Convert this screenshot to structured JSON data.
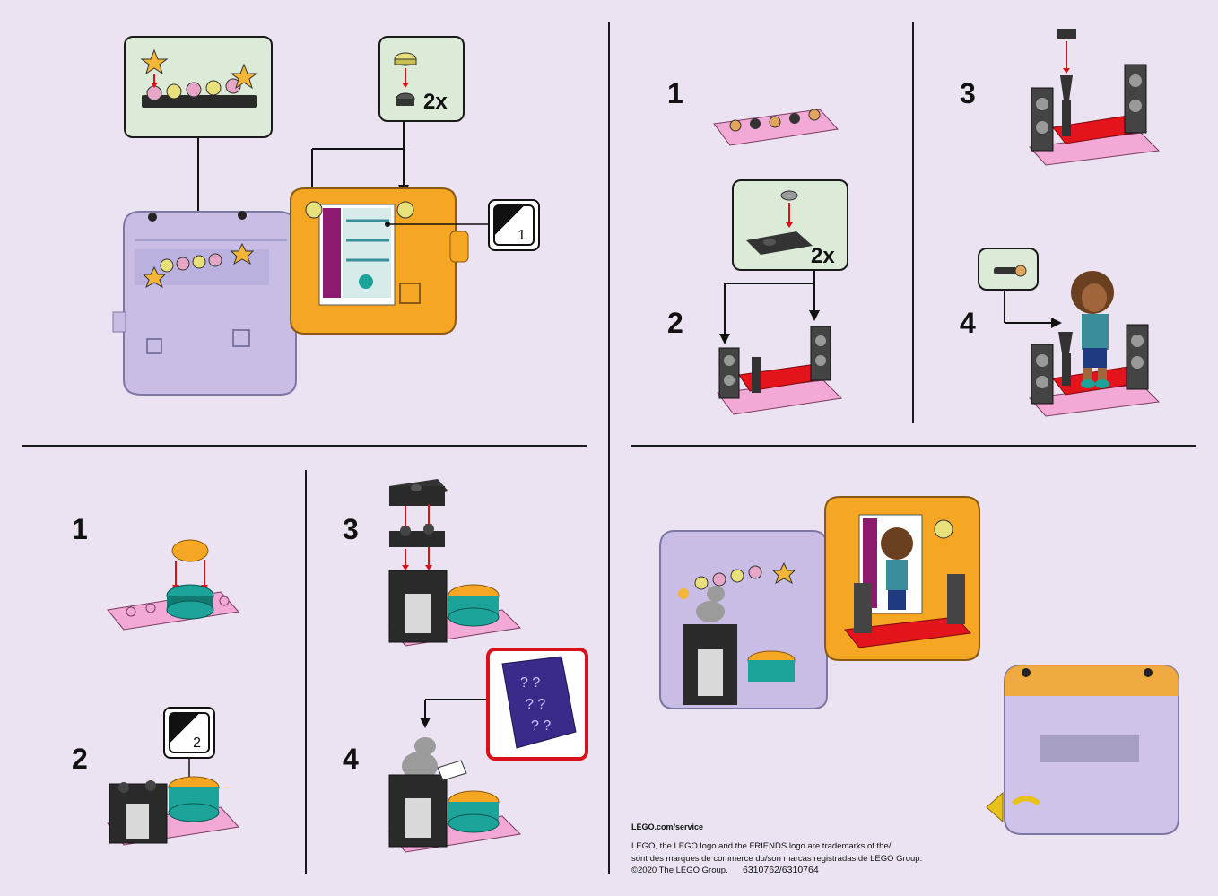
{
  "section_a": {
    "callout_qty": "2x",
    "sticker_label": "1"
  },
  "section_b": {
    "steps": [
      {
        "number": "1"
      },
      {
        "number": "2",
        "callout_qty": "2x"
      },
      {
        "number": "3"
      },
      {
        "number": "4"
      }
    ]
  },
  "section_c": {
    "steps": [
      {
        "number": "1"
      },
      {
        "number": "2",
        "sticker_label": "2"
      }
    ]
  },
  "section_d": {
    "steps": [
      {
        "number": "3"
      },
      {
        "number": "4"
      }
    ]
  },
  "footer": {
    "link": "LEGO.com/service",
    "trademark_line1": "LEGO, the LEGO logo and the FRIENDS logo are trademarks of the/",
    "trademark_line2": "sont des marques de commerce du/son marcas registradas de LEGO Group.",
    "copyright": "©2020 The LEGO Group.",
    "part_numbers": "6310762/6310764"
  },
  "colors": {
    "background": "#ebe3f1",
    "callout": "#dcead8",
    "orange_cube": "#f5a623",
    "trans_purple": "#c9bde6",
    "pink_plate": "#f2a9d6",
    "red_plate": "#e3141b",
    "teal": "#1ca39a",
    "warning_frame": "#d9111b"
  }
}
